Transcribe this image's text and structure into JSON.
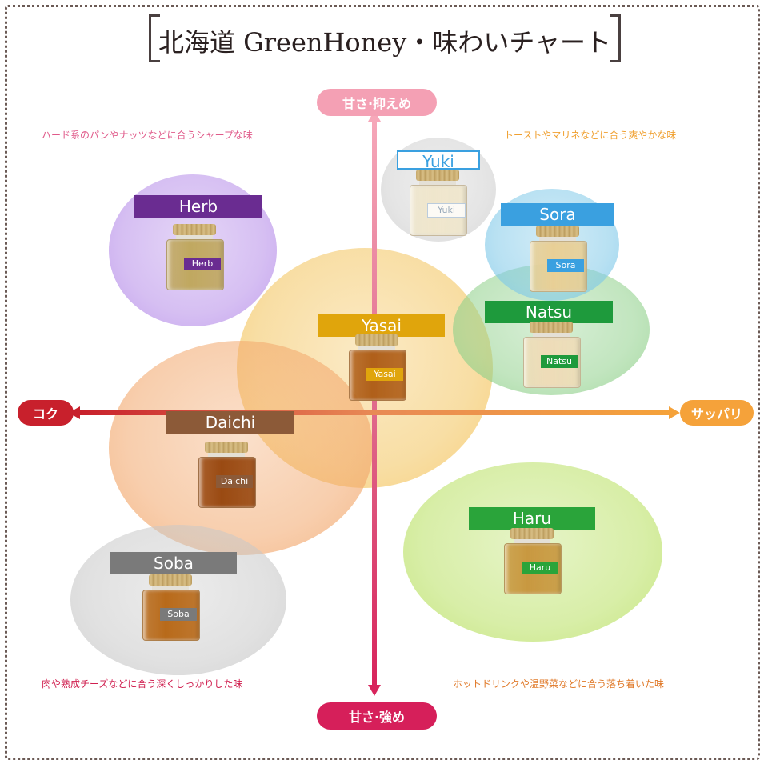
{
  "title": "北海道 GreenHoney・味わいチャート",
  "axes": {
    "top": "甘さ·抑えめ",
    "bottom": "甘さ·強め",
    "left": "コク",
    "right": "サッパリ"
  },
  "quadrants": {
    "top_left": "ハード系のパンやナッツなどに合うシャープな味",
    "top_right": "トーストやマリネなどに合う爽やかな味",
    "bottom_left": "肉や熟成チーズなどに合う深くしっかりした味",
    "bottom_right": "ホットドリンクや温野菜などに合う落ち着いた味"
  },
  "colors": {
    "axis_top": "#f4a0b4",
    "axis_bottom": "#d61f5a",
    "axis_left": "#c8202c",
    "axis_right": "#f5a23a"
  },
  "honeys": [
    {
      "name": "Herb",
      "label_color": "#6a2c91",
      "blob_color": "#b48ae8",
      "honey_color": "#c0a860"
    },
    {
      "name": "Yuki",
      "label_color": "#3aa0e0",
      "blob_color": "#cfcfcf",
      "honey_color": "#efe6cc"
    },
    {
      "name": "Sora",
      "label_color": "#3aa0e0",
      "blob_color": "#7ec8e8",
      "honey_color": "#e8cf96"
    },
    {
      "name": "Natsu",
      "label_color": "#1e9a3c",
      "blob_color": "#8fd08a",
      "honey_color": "#eedcb8"
    },
    {
      "name": "Yasai",
      "label_color": "#e0a50c",
      "blob_color": "#f3c35a",
      "honey_color": "#b0601a"
    },
    {
      "name": "Daichi",
      "label_color": "#8c5a38",
      "blob_color": "#f2a66a",
      "honey_color": "#9a4a12"
    },
    {
      "name": "Soba",
      "label_color": "#7a7a7a",
      "blob_color": "#c8c8c8",
      "honey_color": "#b86a1a"
    },
    {
      "name": "Haru",
      "label_color": "#2aa43a",
      "blob_color": "#b8e060",
      "honey_color": "#c89840"
    }
  ]
}
